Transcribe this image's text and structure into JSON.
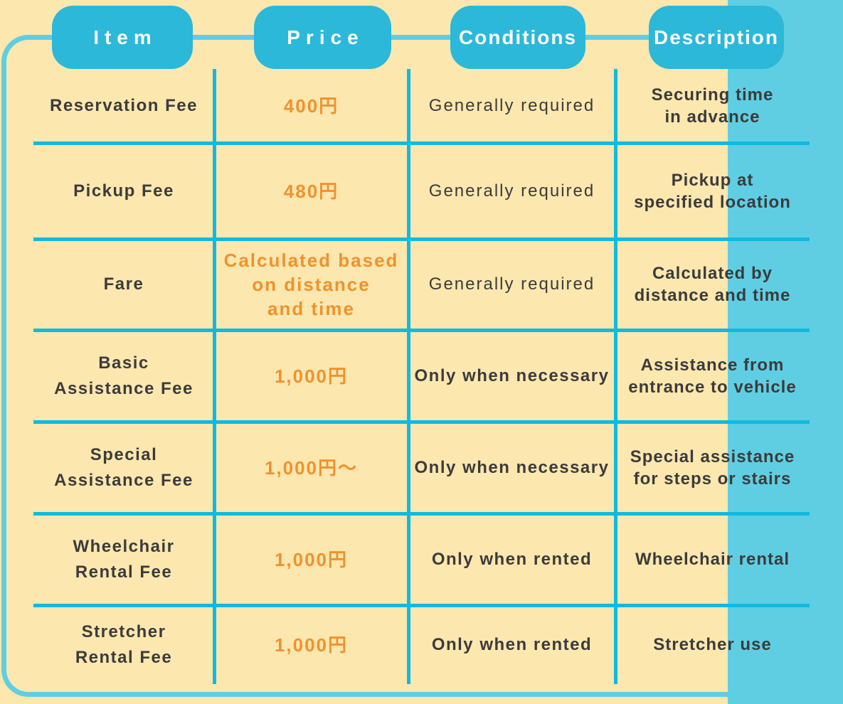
{
  "chart_data": {
    "type": "table",
    "columns": [
      "Item",
      "Price",
      "Conditions",
      "Description"
    ],
    "rows": [
      [
        "Reservation Fee",
        "400円",
        "Generally required",
        "Securing time\nin advance"
      ],
      [
        "Pickup Fee",
        "480円",
        "Generally required",
        "Pickup at\nspecified location"
      ],
      [
        "Fare",
        "Calculated based\non distance\nand time",
        "Generally required",
        "Calculated by\ndistance and time"
      ],
      [
        "Basic\nAssistance Fee",
        "1,000円",
        "Only when necessary",
        "Assistance from\nentrance to vehicle"
      ],
      [
        "Special\nAssistance Fee",
        "1,000円～",
        "Only when necessary",
        "Special assistance\nfor steps or stairs"
      ],
      [
        "Wheelchair\nRental Fee",
        "1,000円",
        "Only when rented",
        "Wheelchair rental"
      ],
      [
        "Stretcher\nRental Fee",
        "1,000円",
        "Only when rented",
        "Stretcher use"
      ]
    ]
  },
  "colors": {
    "background": "#FCE7AF",
    "header_pill": "#2BB8D9",
    "right_stripe": "#5FCEE3",
    "frame_border": "#5FCEE3",
    "grid_line": "#10BADF",
    "price_text": "#F0922D",
    "body_text": "#3B3B3B",
    "header_text": "#FFFFFF"
  }
}
